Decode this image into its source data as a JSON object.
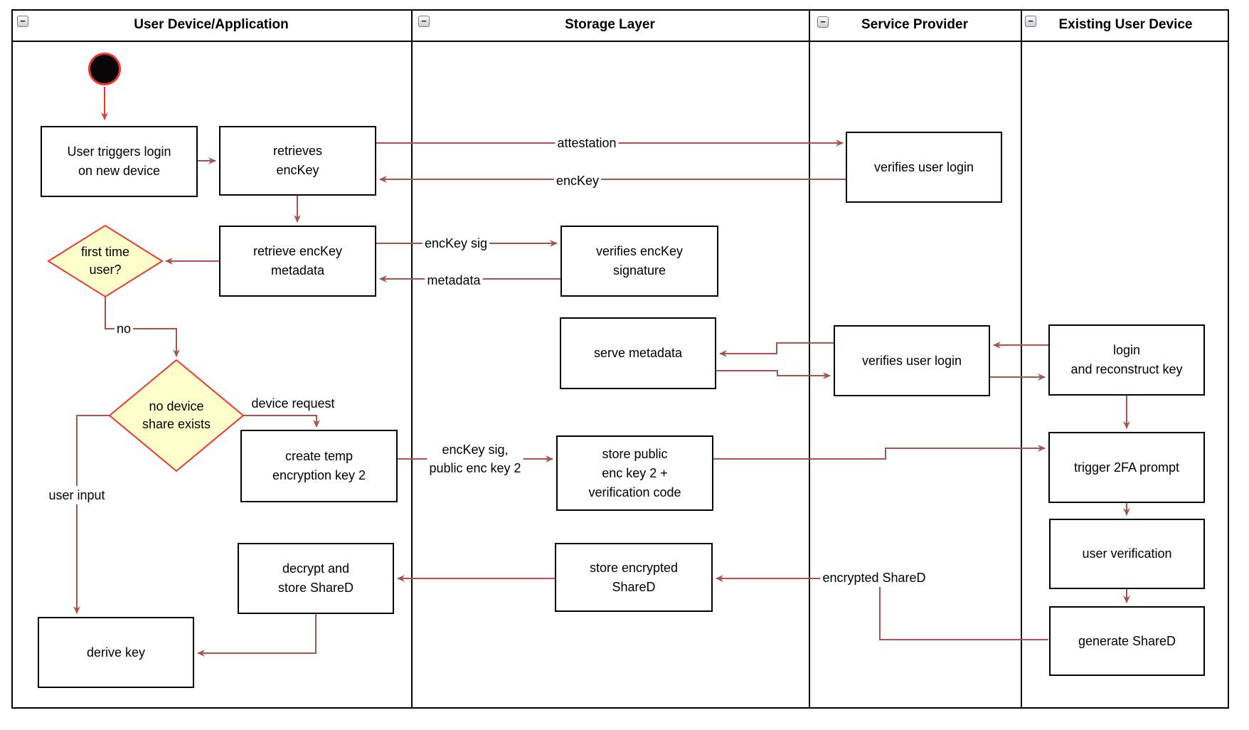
{
  "lanes": [
    {
      "title": "User Device/Application"
    },
    {
      "title": "Storage Layer"
    },
    {
      "title": "Service Provider"
    },
    {
      "title": "Existing User Device"
    }
  ],
  "icons": {
    "collapse_glyph": "−"
  },
  "nodes": {
    "user_triggers_login": "User triggers login\non new device",
    "retrieves_enckey": "retrieves\nencKey",
    "retrieve_enckey_metadata": "retrieve encKey\nmetadata",
    "create_temp_key": "create temp\nencryption key 2",
    "decrypt_store_shared": "decrypt and\nstore ShareD",
    "derive_key": "derive key",
    "verifies_enckey_signature": "verifies encKey\nsignature",
    "serve_metadata": "serve metadata",
    "store_public_enc_key": "store public\nenc key 2 +\nverification code",
    "store_encrypted_shared": "store encrypted\nShareD",
    "verifies_user_login_top": "verifies user login",
    "verifies_user_login_mid": "verifies user login",
    "login_reconstruct": "login\nand reconstruct key",
    "trigger_2fa": "trigger 2FA prompt",
    "user_verification": "user verification",
    "generate_shared": "generate ShareD"
  },
  "decisions": {
    "first_time_user": "first time\nuser?",
    "no_device_share": "no device\nshare exists"
  },
  "edge_labels": {
    "attestation": "attestation",
    "enckey": "encKey",
    "enckey_sig": "encKey sig",
    "metadata": "metadata",
    "no": "no",
    "device_request": "device request",
    "user_input": "user input",
    "enckey_sig_public": "encKey sig,\npublic enc key 2",
    "encrypted_shared": "encrypted ShareD"
  },
  "colors": {
    "arrow": "#a8534d",
    "accent_red": "#e8392f",
    "diamond_fill": "#ffffcc",
    "shape_border": "#000000",
    "background": "#ffffff"
  }
}
